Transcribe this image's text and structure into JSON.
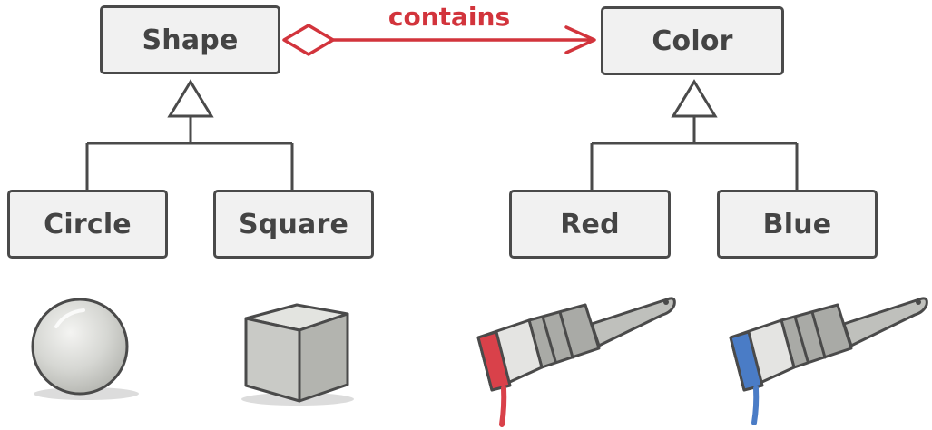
{
  "diagram": {
    "abstractions": {
      "shape": "Shape",
      "color": "Color"
    },
    "relationship": {
      "label": "contains",
      "color": "#d2343c"
    },
    "shape_subclasses": [
      "Circle",
      "Square"
    ],
    "color_subclasses": [
      "Red",
      "Blue"
    ],
    "illustrations": [
      "sphere",
      "cube",
      "red-paintbrush",
      "blue-paintbrush"
    ],
    "colors": {
      "box_border": "#4a4a4a",
      "box_fill": "#f1f1f1",
      "relation": "#d2343c",
      "red_paint": "#d9414a",
      "blue_paint": "#4a7cc6"
    }
  }
}
